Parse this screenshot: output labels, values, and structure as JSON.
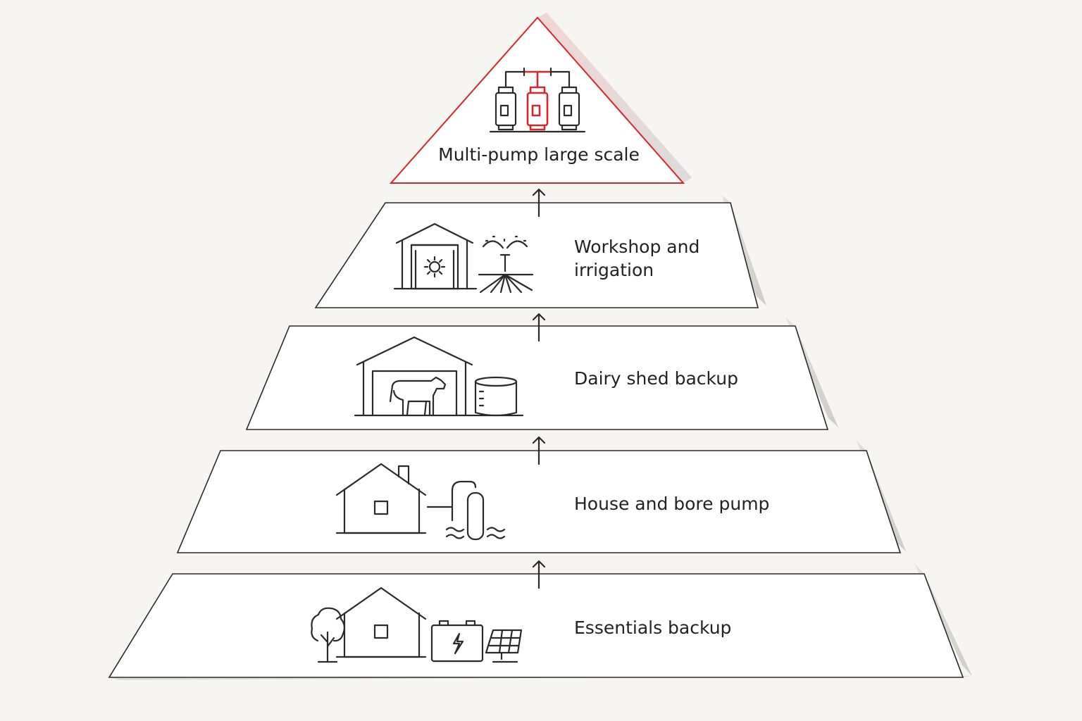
{
  "colors": {
    "background": "#f6f5f2",
    "tier_fill": "#ffffff",
    "tier_side": "#d9d7d3",
    "outline": "#2a2a2a",
    "accent": "#d7262b"
  },
  "tiers": [
    {
      "id": "apex",
      "label": "Multi-pump large scale",
      "highlighted": true,
      "icons": [
        "pump-tank-icon",
        "pump-tank-icon",
        "pump-tank-icon"
      ]
    },
    {
      "id": "level-4",
      "label": "Workshop and\nirrigation",
      "highlighted": false,
      "icons": [
        "workshop-barn-icon",
        "sprinkler-icon"
      ]
    },
    {
      "id": "level-3",
      "label": "Dairy shed backup",
      "highlighted": false,
      "icons": [
        "dairy-shed-icon",
        "cow-icon",
        "water-tank-icon"
      ]
    },
    {
      "id": "level-2",
      "label": "House and bore pump",
      "highlighted": false,
      "icons": [
        "house-icon",
        "bore-pump-icon"
      ]
    },
    {
      "id": "level-1",
      "label": "Essentials backup",
      "highlighted": false,
      "icons": [
        "tree-icon",
        "house-icon",
        "battery-icon",
        "solar-panel-icon"
      ]
    }
  ]
}
